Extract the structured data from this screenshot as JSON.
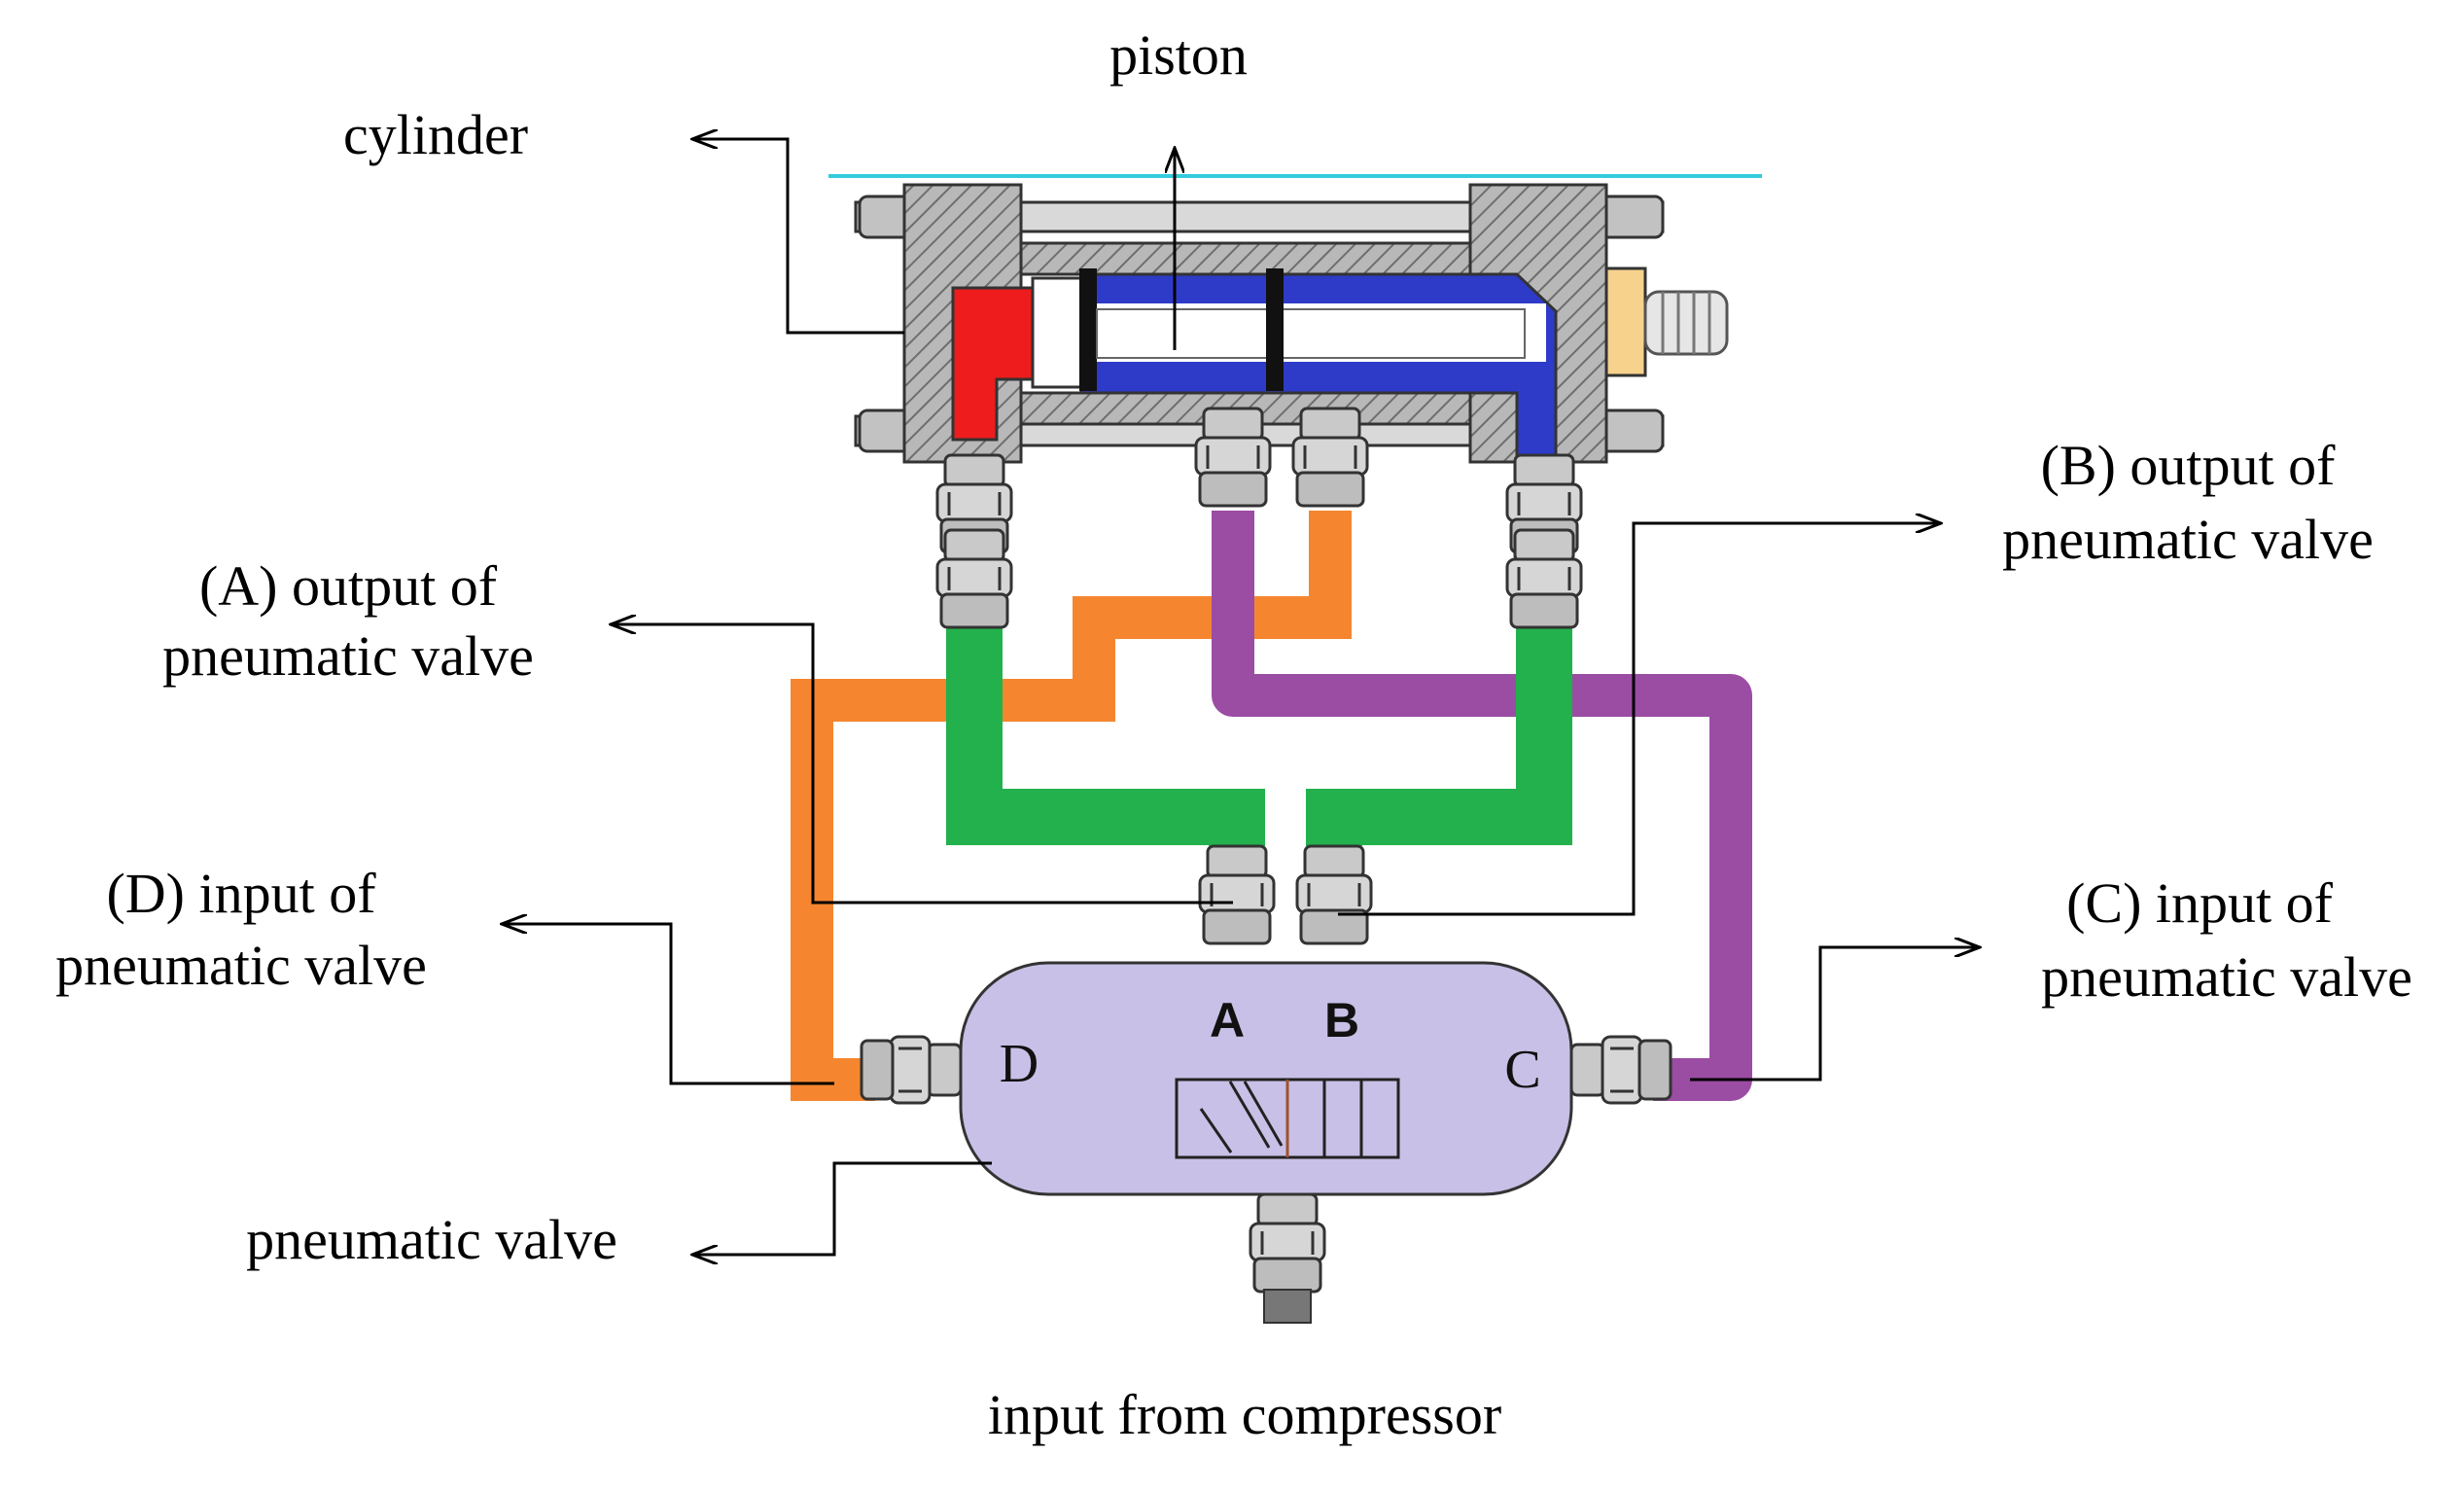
{
  "labels": {
    "piston": "piston",
    "cylinder": "cylinder",
    "output_a_line1": "(A) output of",
    "output_a_line2": "pneumatic valve",
    "output_b_line1": "(B) output of",
    "output_b_line2": "pneumatic valve",
    "input_d_line1": "(D) input of",
    "input_d_line2": "pneumatic valve",
    "input_c_line1": "(C) input of",
    "input_c_line2": "pneumatic valve",
    "pneumatic_valve": "pneumatic valve",
    "compressor": "input from compressor"
  },
  "valve_ports": {
    "a": "A",
    "b": "B",
    "c": "C",
    "d": "D"
  },
  "colors": {
    "hose_orange": "#F5862F",
    "hose_green": "#22B14C",
    "hose_purple": "#9B4CA3",
    "valve_body": "#C8C0E6",
    "chamber_red": "#EE1C1C",
    "chamber_blue": "#2E3BC8",
    "cylinder_gray": "#A6A6A6",
    "end_cap": "#F7D28C",
    "top_line": "#33CCDD"
  }
}
